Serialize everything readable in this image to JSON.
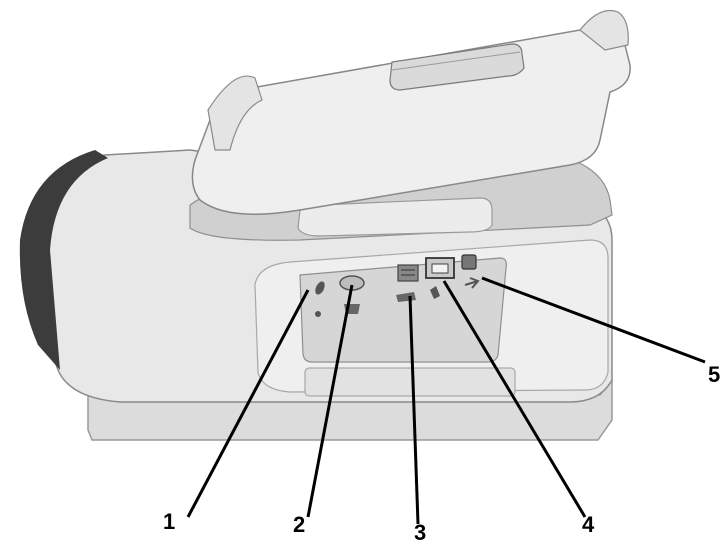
{
  "callouts": [
    {
      "id": "1",
      "label": "1"
    },
    {
      "id": "2",
      "label": "2"
    },
    {
      "id": "3",
      "label": "3"
    },
    {
      "id": "4",
      "label": "4"
    },
    {
      "id": "5",
      "label": "5"
    }
  ],
  "colors": {
    "body": "#e6e6e6",
    "body_shade": "#cfcfcf",
    "dark_edge": "#3a3a3a",
    "panel": "#d9d9d9",
    "line": "#000000"
  }
}
